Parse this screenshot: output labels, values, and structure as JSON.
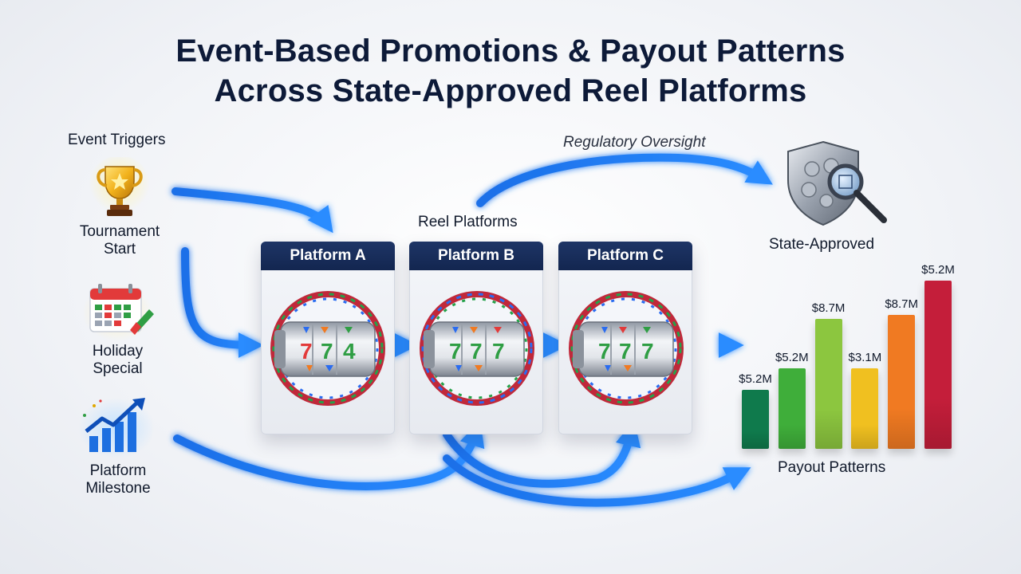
{
  "title": {
    "line1": "Event-Based Promotions & Payout Patterns",
    "line2": "Across State-Approved Reel Platforms"
  },
  "triggers": {
    "heading": "Event Triggers",
    "items": [
      {
        "line1": "Tournament",
        "line2": "Start",
        "icon": "trophy-icon"
      },
      {
        "line1": "Holiday",
        "line2": "Special",
        "icon": "calendar-icon"
      },
      {
        "line1": "Platform",
        "line2": "Milestone",
        "icon": "growth-chart-icon"
      }
    ]
  },
  "platforms": {
    "heading": "Reel Platforms",
    "items": [
      {
        "name": "Platform A",
        "symbols": [
          "7",
          "7",
          "4"
        ]
      },
      {
        "name": "Platform B",
        "symbols": [
          "7",
          "7",
          "7"
        ]
      },
      {
        "name": "Platform C",
        "symbols": [
          "7",
          "7",
          "7"
        ]
      }
    ]
  },
  "oversight": {
    "label": "Regulatory Oversight",
    "badge": "State-Approved"
  },
  "payouts": {
    "label": "Payout Patterns"
  },
  "chart_data": {
    "type": "bar",
    "title": "Payout Patterns",
    "categories": [
      "",
      "",
      "",
      "",
      "",
      ""
    ],
    "values": [
      5.2,
      5.2,
      8.7,
      3.1,
      8.7,
      5.2
    ],
    "labels": [
      "$5.2M",
      "$5.2M",
      "$8.7M",
      "$3.1M",
      "$8.7M",
      "$5.2M"
    ],
    "heights": [
      3.1,
      4.2,
      6.8,
      4.2,
      7.0,
      8.8
    ],
    "colors": [
      "#0f7a4c",
      "#3fae3a",
      "#8cc63f",
      "#f0c020",
      "#f07a22",
      "#c41e3a"
    ],
    "ylim": [
      0,
      9
    ]
  }
}
